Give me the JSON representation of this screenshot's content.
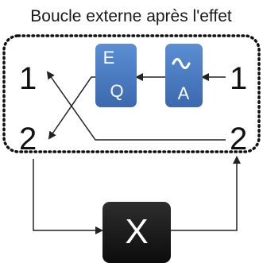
{
  "title": "Boucle externe après l'effet",
  "eq_block": {
    "line1": "E",
    "line2": "Q"
  },
  "a_block": {
    "wave": "~",
    "letter": "A"
  },
  "left_ports": {
    "top": "1",
    "bottom": "2"
  },
  "right_ports": {
    "top": "1",
    "bottom": "2"
  },
  "external_block": {
    "letter": "X"
  },
  "colors": {
    "block_blue": "#4f7fc4",
    "block_blue_dark": "#3b66a8",
    "external_block": "#161616",
    "line": "#222222",
    "dotted_border": "#111111"
  }
}
